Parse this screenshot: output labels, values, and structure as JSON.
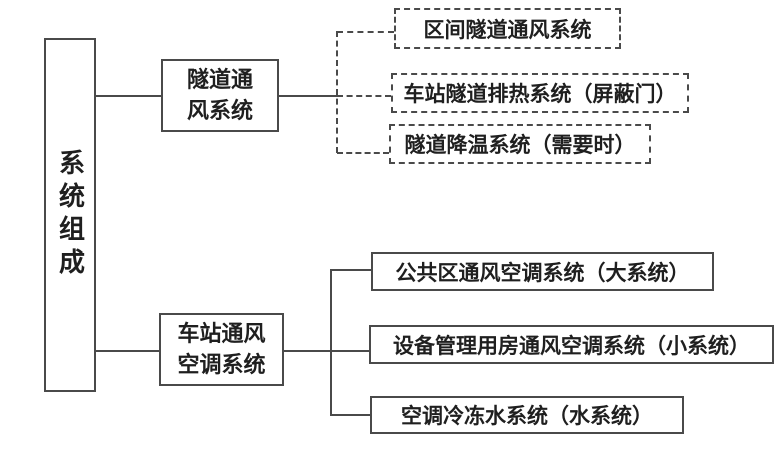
{
  "root": {
    "label": "系统组成"
  },
  "branches": [
    {
      "label": "隧道通风系统",
      "label_lines": [
        "隧道通",
        "风系统"
      ],
      "children": [
        {
          "label": "区间隧道通风系统",
          "style": "dashed"
        },
        {
          "label": "车站隧道排热系统（屏蔽门）",
          "style": "dashed"
        },
        {
          "label": "隧道降温系统（需要时）",
          "style": "dashed"
        }
      ]
    },
    {
      "label": "车站通风空调系统",
      "label_lines": [
        "车站通风",
        "空调系统"
      ],
      "children": [
        {
          "label": "公共区通风空调系统（大系统）",
          "style": "solid"
        },
        {
          "label": "设备管理用房通风空调系统（小系统）",
          "style": "solid"
        },
        {
          "label": "空调冷冻水系统（水系统）",
          "style": "solid"
        }
      ]
    }
  ],
  "colors": {
    "line": "#4a4a4a",
    "text": "#1f1f1f",
    "background": "#ffffff"
  }
}
